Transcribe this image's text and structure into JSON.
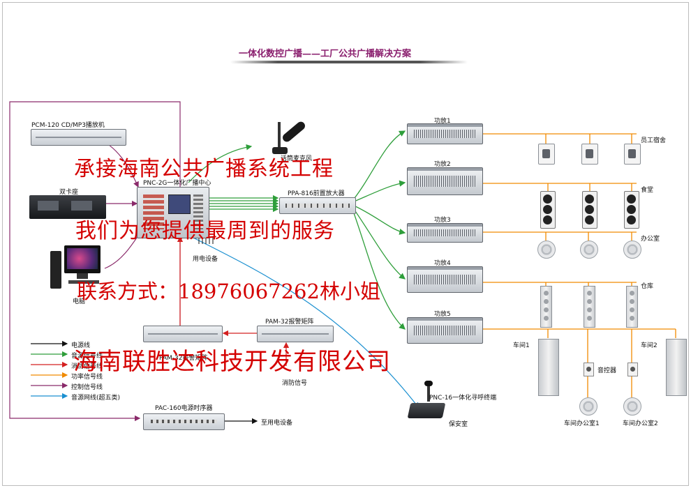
{
  "title": "一体化数控广播——工厂公共广播解决方案",
  "sources": {
    "cd_player": "PCM-120 CD/MP3播放机",
    "cassette": "双卡座",
    "computer": "电脑"
  },
  "center": {
    "controller": "PNC-2G一体化广播中心",
    "pre_amp": "PPA-816前置放大器",
    "microphone": "话筒麦克风",
    "power_equipment": "用电设备",
    "alarm_matrix": "PAM-32报警矩阵",
    "alarm_matrix_2": "PAM-32报警矩阵",
    "fire_signal": "消防信号",
    "paging_terminal": "PNC-16一体化寻呼终端",
    "security_room": "保安室",
    "sequencer": "PAC-160电源时序器",
    "to_power_equipment": "至用电设备"
  },
  "amplifiers": [
    "功放1",
    "功放2",
    "功放3",
    "功放4",
    "功放5"
  ],
  "zones": {
    "dorm": "员工宿舍",
    "canteen": "食堂",
    "office": "办公室",
    "warehouse": "仓库",
    "workshop1": "车间1",
    "workshop2": "车间2",
    "volume_control": "音控器",
    "ws_office1": "车间办公室1",
    "ws_office2": "车间办公室2"
  },
  "legend": [
    {
      "label": "电源线",
      "color": "#111111"
    },
    {
      "label": "音源信号线",
      "color": "#2e9e3a"
    },
    {
      "label": "消防信号线",
      "color": "#d42020"
    },
    {
      "label": "功率信号线",
      "color": "#f08a00"
    },
    {
      "label": "控制信号线",
      "color": "#8a2a6a"
    },
    {
      "label": "音源网线(超五类)",
      "color": "#1a8fd0"
    }
  ],
  "colors": {
    "title": "#8a1f6e",
    "overlay": "#d40000",
    "orange": "#f08a00",
    "green": "#2e9e3a",
    "purple": "#8a2a6a",
    "blue": "#1a8fd0"
  },
  "overlay": {
    "line1": "承接海南公共广播系统工程",
    "line2": "我们为您提供最周到的服务",
    "line3": "联系方式：18976067262林小姐",
    "line4": "海南联胜达科技开发有限公司"
  }
}
